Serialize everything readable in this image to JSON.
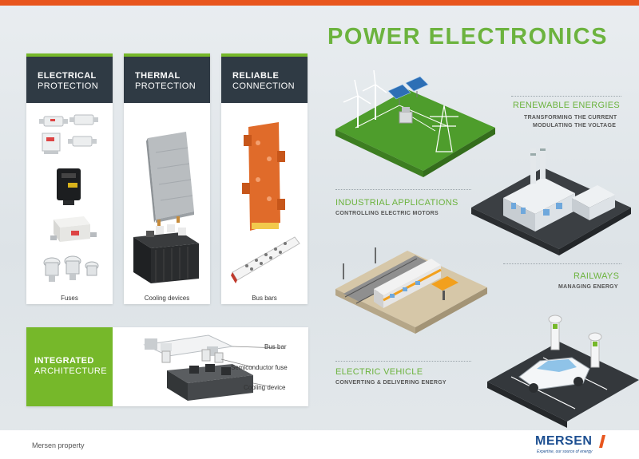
{
  "title": "POWER ELECTRONICS",
  "cards": [
    {
      "line1": "ELECTRICAL",
      "line2": "PROTECTION",
      "caption": "Fuses"
    },
    {
      "line1": "THERMAL",
      "line2": "PROTECTION",
      "caption": "Cooling devices"
    },
    {
      "line1": "RELIABLE",
      "line2": "CONNECTION",
      "caption": "Bus bars"
    }
  ],
  "integrated": {
    "line1": "INTEGRATED",
    "line2": "ARCHITECTURE",
    "labels": [
      "Bus bar",
      "Semiconductor fuse",
      "Cooling device"
    ]
  },
  "applications": [
    {
      "title": "RENEWABLE ENERGIES",
      "subtitle1": "TRANSFORMING THE CURRENT",
      "subtitle2": "MODULATING THE VOLTAGE"
    },
    {
      "title": "INDUSTRIAL APPLICATIONS",
      "subtitle1": "CONTROLLING ELECTRIC MOTORS"
    },
    {
      "title": "RAILWAYS",
      "subtitle1": "MANAGING ENERGY"
    },
    {
      "title": "ELECTRIC VEHICLE",
      "subtitle1": "CONVERTING & DELIVERING ENERGY"
    }
  ],
  "footer": {
    "property": "Mersen property",
    "logo": "MERSEN",
    "tagline": "Expertise, our source of energy"
  },
  "colors": {
    "accent_green": "#76b82a",
    "title_green": "#6cb33e",
    "dark_header": "#2f3a44",
    "top_bar": "#e8561e",
    "brand_blue": "#1d4f91"
  }
}
